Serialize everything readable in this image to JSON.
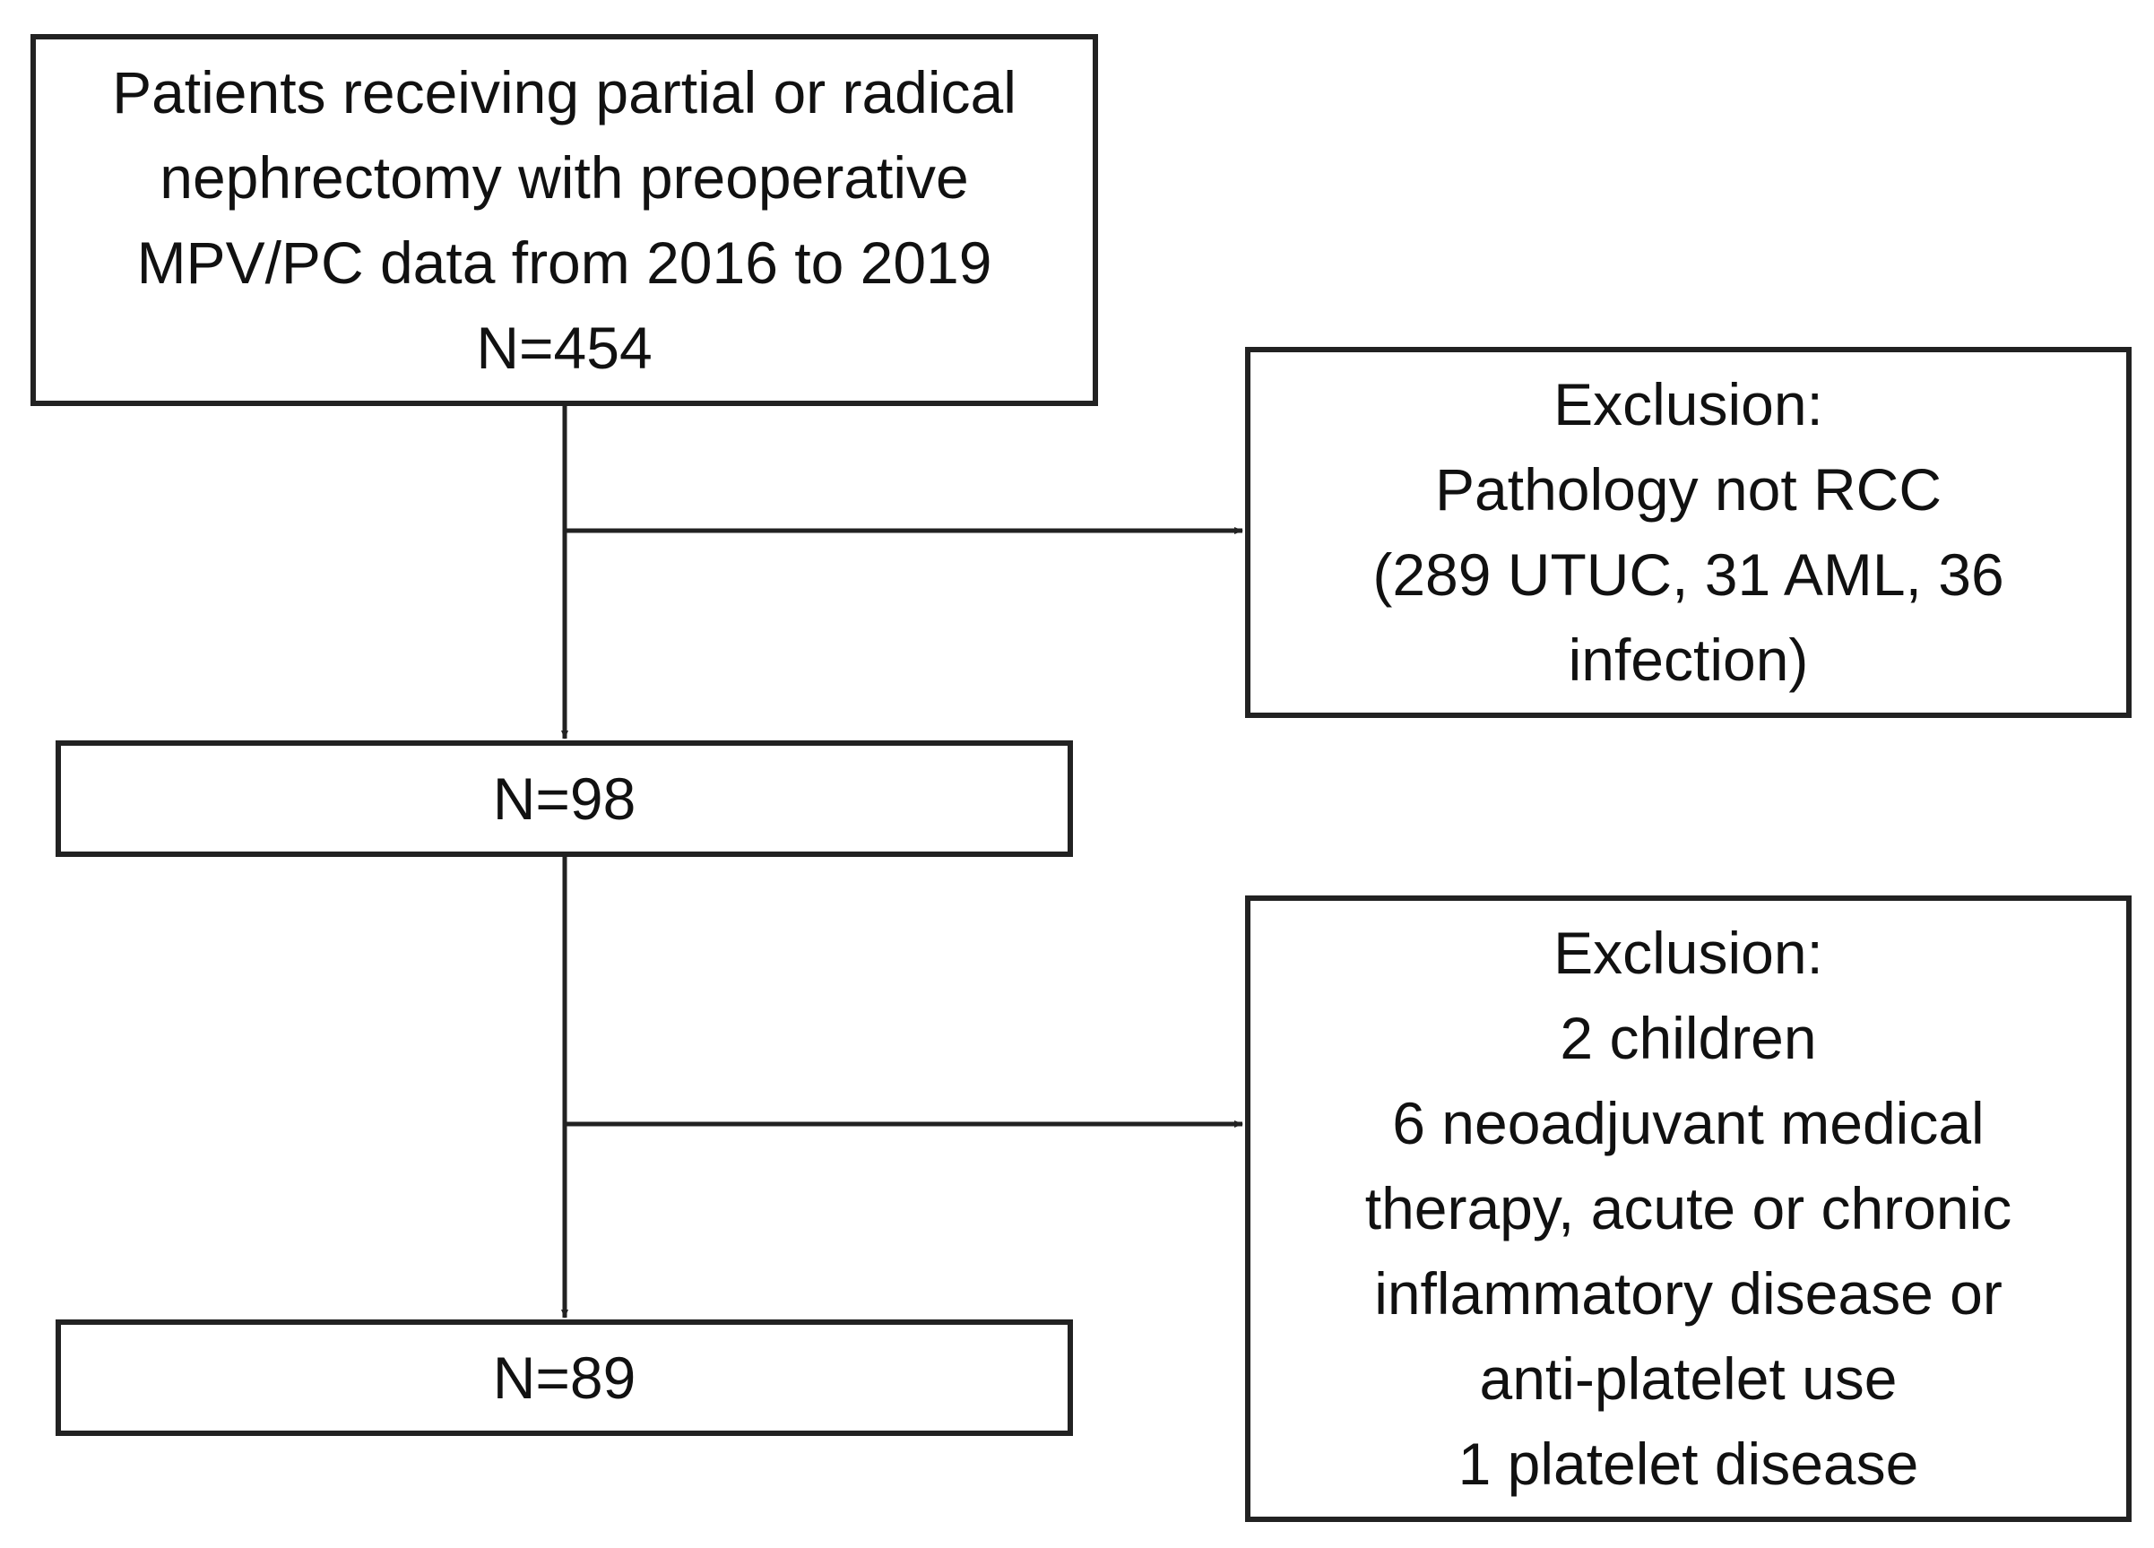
{
  "flowchart": {
    "start_box": {
      "lines": [
        "Patients receiving partial or radical",
        "nephrectomy with preoperative",
        "MPV/PC data from 2016 to 2019",
        "N=454"
      ]
    },
    "exclusion_1": {
      "lines": [
        "Exclusion:",
        "Pathology not RCC",
        "(289 UTUC, 31 AML, 36",
        "infection)"
      ]
    },
    "middle_box": {
      "label": "N=98"
    },
    "exclusion_2": {
      "lines": [
        "Exclusion:",
        "2 children",
        "6 neoadjuvant medical",
        "therapy, acute or chronic",
        "inflammatory disease or",
        "anti-platelet use",
        "1 platelet disease"
      ]
    },
    "final_box": {
      "label": "N=89"
    }
  }
}
